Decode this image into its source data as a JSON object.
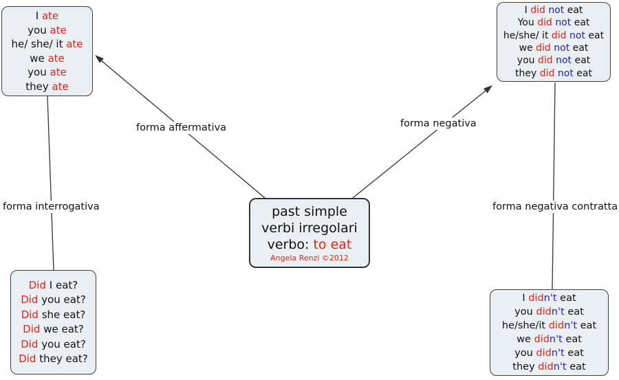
{
  "colors": {
    "red": "#e42217",
    "blue": "#2222cc",
    "ink": "#111111",
    "box_fill": "#e9eff2",
    "box_border": "#3f3f3f",
    "line": "#333333"
  },
  "center": {
    "lines": [
      [
        {
          "t": "past simple"
        }
      ],
      [
        {
          "t": "verbi irregolari"
        }
      ],
      [
        {
          "t": "verbo: "
        },
        {
          "t": "to eat",
          "c": "red"
        }
      ]
    ],
    "credit": "Angela Renzi ©2012"
  },
  "labels": {
    "affirmative": "forma affermativa",
    "negative": "forma negativa",
    "interrogative": "forma interrogativa",
    "negative_contracted": "forma negativa contratta"
  },
  "nodes": {
    "affirmative": {
      "lines": [
        [
          {
            "t": "I "
          },
          {
            "t": "ate",
            "c": "red"
          }
        ],
        [
          {
            "t": "you "
          },
          {
            "t": "ate",
            "c": "red"
          }
        ],
        [
          {
            "t": "he/ she/ it "
          },
          {
            "t": "ate",
            "c": "red"
          }
        ],
        [
          {
            "t": "we "
          },
          {
            "t": "ate",
            "c": "red"
          }
        ],
        [
          {
            "t": "you "
          },
          {
            "t": "ate",
            "c": "red"
          }
        ],
        [
          {
            "t": "they "
          },
          {
            "t": "ate",
            "c": "red"
          }
        ]
      ]
    },
    "negative": {
      "lines": [
        [
          {
            "t": "I "
          },
          {
            "t": "did ",
            "c": "red"
          },
          {
            "t": "not ",
            "c": "blue"
          },
          {
            "t": "eat"
          }
        ],
        [
          {
            "t": "You "
          },
          {
            "t": "did ",
            "c": "red"
          },
          {
            "t": "not ",
            "c": "blue"
          },
          {
            "t": "eat"
          }
        ],
        [
          {
            "t": "he/she/ it "
          },
          {
            "t": "did ",
            "c": "red"
          },
          {
            "t": "not ",
            "c": "blue"
          },
          {
            "t": "eat"
          }
        ],
        [
          {
            "t": "we "
          },
          {
            "t": "did ",
            "c": "red"
          },
          {
            "t": "not ",
            "c": "blue"
          },
          {
            "t": "eat"
          }
        ],
        [
          {
            "t": "you "
          },
          {
            "t": "did ",
            "c": "red"
          },
          {
            "t": "not ",
            "c": "blue"
          },
          {
            "t": "eat"
          }
        ],
        [
          {
            "t": "they "
          },
          {
            "t": "did ",
            "c": "red"
          },
          {
            "t": "not ",
            "c": "blue"
          },
          {
            "t": "eat"
          }
        ]
      ]
    },
    "interrogative": {
      "lines": [
        [
          {
            "t": "Did",
            "c": "red"
          },
          {
            "t": " I eat?"
          }
        ],
        [
          {
            "t": "Did",
            "c": "red"
          },
          {
            "t": " you eat?"
          }
        ],
        [
          {
            "t": "Did",
            "c": "red"
          },
          {
            "t": " she eat?"
          }
        ],
        [
          {
            "t": "Did",
            "c": "red"
          },
          {
            "t": " we eat?"
          }
        ],
        [
          {
            "t": "Did",
            "c": "red"
          },
          {
            "t": " you eat?"
          }
        ],
        [
          {
            "t": "Did",
            "c": "red"
          },
          {
            "t": " they eat?"
          }
        ]
      ]
    },
    "negative_contracted": {
      "lines": [
        [
          {
            "t": "I "
          },
          {
            "t": "did",
            "c": "red"
          },
          {
            "t": "n't",
            "c": "blue"
          },
          {
            "t": " eat"
          }
        ],
        [
          {
            "t": "you "
          },
          {
            "t": "did",
            "c": "red"
          },
          {
            "t": "n't",
            "c": "blue"
          },
          {
            "t": " eat"
          }
        ],
        [
          {
            "t": "he/she/it "
          },
          {
            "t": "did",
            "c": "red"
          },
          {
            "t": "n't",
            "c": "blue"
          },
          {
            "t": " eat"
          }
        ],
        [
          {
            "t": "we "
          },
          {
            "t": "did",
            "c": "red"
          },
          {
            "t": "n't",
            "c": "blue"
          },
          {
            "t": " eat"
          }
        ],
        [
          {
            "t": "you "
          },
          {
            "t": "did",
            "c": "red"
          },
          {
            "t": "n't",
            "c": "blue"
          },
          {
            "t": " eat"
          }
        ],
        [
          {
            "t": "they "
          },
          {
            "t": "did",
            "c": "red"
          },
          {
            "t": "n't",
            "c": "blue"
          },
          {
            "t": " eat"
          }
        ]
      ]
    }
  }
}
